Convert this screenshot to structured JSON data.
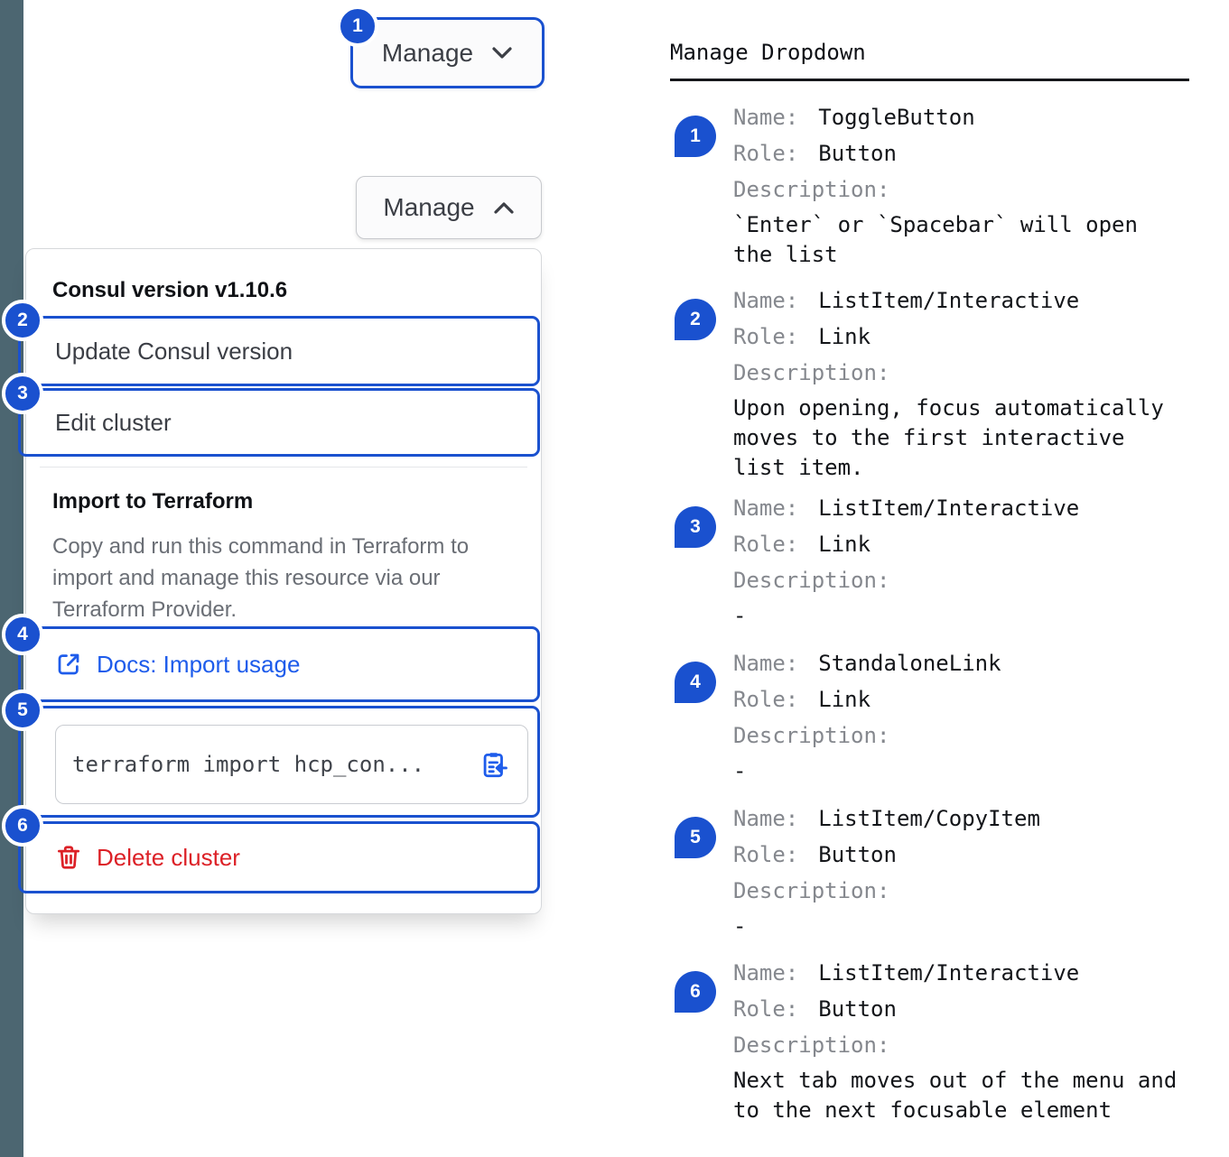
{
  "colors": {
    "accent_blue": "#1a51cf",
    "link_blue": "#1e5ceb",
    "danger_red": "#dc2127",
    "rail_strip": "#4c6671"
  },
  "toggle_button": {
    "label": "Manage",
    "badge": "1",
    "state": "collapsed"
  },
  "expanded_button": {
    "label": "Manage",
    "state": "expanded"
  },
  "dropdown": {
    "version_label": "Consul version v1.10.6",
    "items": [
      {
        "badge": "2",
        "label": "Update Consul version"
      },
      {
        "badge": "3",
        "label": "Edit cluster"
      }
    ],
    "import_section": {
      "title": "Import to Terraform",
      "description": "Copy and run this command in Terraform to import and manage this resource via our Terraform Provider.",
      "docs_link": {
        "badge": "4",
        "label": "Docs: Import usage"
      },
      "code_snippet": {
        "badge": "5",
        "text": "terraform import hcp_con..."
      }
    },
    "delete_item": {
      "badge": "6",
      "label": "Delete cluster"
    }
  },
  "annotations": {
    "title": "Manage Dropdown",
    "labels": {
      "name": "Name:",
      "role": "Role:",
      "description": "Description:"
    },
    "items": [
      {
        "num": "1",
        "name": "ToggleButton",
        "role": "Button",
        "description": "`Enter` or `Spacebar` will open the list"
      },
      {
        "num": "2",
        "name": "ListItem/Interactive",
        "role": "Link",
        "description": "Upon opening, focus automatically moves to the first interactive list item."
      },
      {
        "num": "3",
        "name": "ListItem/Interactive",
        "role": "Link",
        "description": "-"
      },
      {
        "num": "4",
        "name": "StandaloneLink",
        "role": "Link",
        "description": "-"
      },
      {
        "num": "5",
        "name": "ListItem/CopyItem",
        "role": "Button",
        "description": "-"
      },
      {
        "num": "6",
        "name": "ListItem/Interactive",
        "role": "Button",
        "description": "Next tab moves out of the menu and to the next focusable element"
      }
    ]
  }
}
